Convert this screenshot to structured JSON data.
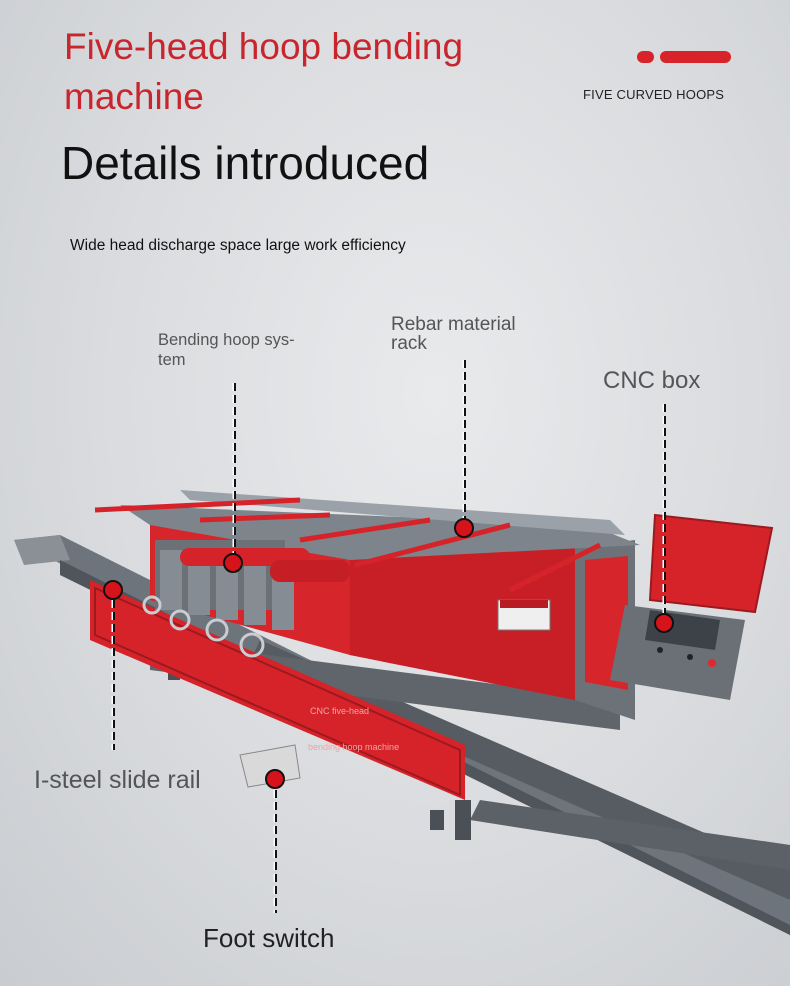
{
  "header": {
    "title": "Five-head hoop bending machine",
    "brand_subtitle": "FIVE CURVED HOOPS",
    "accent_color": "#d8232a"
  },
  "main": {
    "heading": "Details introduced",
    "subtext": "Wide head discharge space large work efficiency"
  },
  "callouts": {
    "bending_hoop_system": "Bending hoop sys-tem",
    "rebar_material_rack": "Rebar material rack",
    "cnc_box": "CNC box",
    "i_steel_slide_rail": "I-steel slide rail",
    "foot_switch": "Foot switch"
  },
  "machine_markings": {
    "side_text_1": "CNC five-head",
    "side_text_2": "bending hoop machine"
  }
}
